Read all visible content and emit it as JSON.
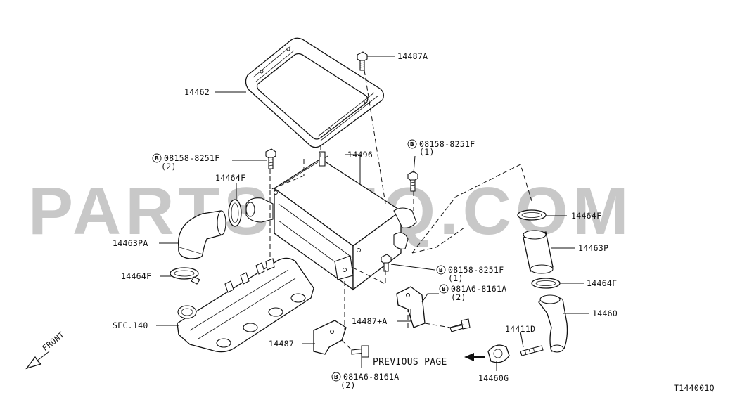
{
  "watermark": {
    "text": "PARTSOUQ.COM",
    "color": "#c8c8c8"
  },
  "diagram_code": "T144001Q",
  "front_label": "FRONT",
  "previous_page": "PREVIOUS PAGE",
  "bolt_prefix": "B",
  "parts": {
    "p14487a": "14487A",
    "p14462": "14462",
    "p14496": "14496",
    "bolt1_num": "08158-8251F",
    "bolt1_qty": "(2)",
    "bolt2_num": "08158-8251F",
    "bolt2_qty": "(1)",
    "p14464f_left": "14464F",
    "p14463pa": "14463PA",
    "p14464f_lower": "14464F",
    "sec140": "SEC.140",
    "p14464f_right_top": "14464F",
    "p14463p": "14463P",
    "p14464f_right_low": "14464F",
    "p14460": "14460",
    "bolt3_num": "08158-8251F",
    "bolt3_qty": "(1)",
    "bolt4_num": "081A6-8161A",
    "bolt4_qty": "(2)",
    "p14487plusa": "14487+A",
    "p14411d": "14411D",
    "p14487": "14487",
    "bolt5_num": "081A6-8161A",
    "bolt5_qty": "(2)",
    "p14460g": "14460G"
  }
}
